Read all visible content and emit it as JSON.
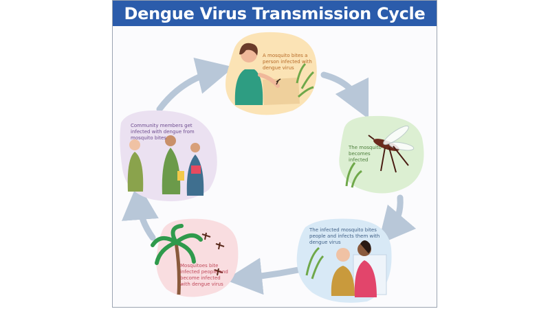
{
  "title": "Dengue Virus Transmission Cycle",
  "colors": {
    "title_bar": "#2b5cab",
    "arrow": "#b8c7d8",
    "step1_bg": "#fbe3b5",
    "step2_bg": "#dcefd2",
    "step3_bg": "#d8e9f6",
    "step4_bg": "#f9dde0",
    "step5_bg": "#ebe1f1"
  },
  "steps": [
    {
      "text": "A mosquito bites a person infected with dengue virus",
      "color": "#b76a27"
    },
    {
      "text": "The mosquito becomes infected",
      "color": "#4b7d3a"
    },
    {
      "text": "The infected mosquito bites people and infects them with dengue virus",
      "color": "#3f5f86"
    },
    {
      "text": "Mosquitoes bite infected people and become infected with dengue virus",
      "color": "#c0495a"
    },
    {
      "text": "Community members get infected with dengue from mosquito bites",
      "color": "#6c4a8e"
    }
  ]
}
